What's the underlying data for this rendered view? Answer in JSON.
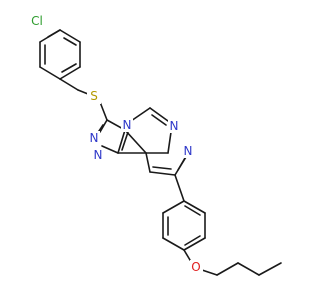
{
  "molecule": {
    "atoms": [
      {
        "id": "Cl",
        "label": "Cl",
        "color": "#2e9c2e"
      },
      {
        "id": "S",
        "label": "S",
        "color": "#b39a00"
      },
      {
        "id": "N1",
        "label": "N",
        "color": "#2f38c9"
      },
      {
        "id": "N2",
        "label": "N",
        "color": "#2f38c9"
      },
      {
        "id": "N3",
        "label": "N",
        "color": "#2f38c9"
      },
      {
        "id": "N4",
        "label": "N",
        "color": "#2f38c9"
      },
      {
        "id": "N5",
        "label": "N",
        "color": "#2f38c9"
      },
      {
        "id": "O",
        "label": "O",
        "color": "#e02020"
      }
    ]
  }
}
